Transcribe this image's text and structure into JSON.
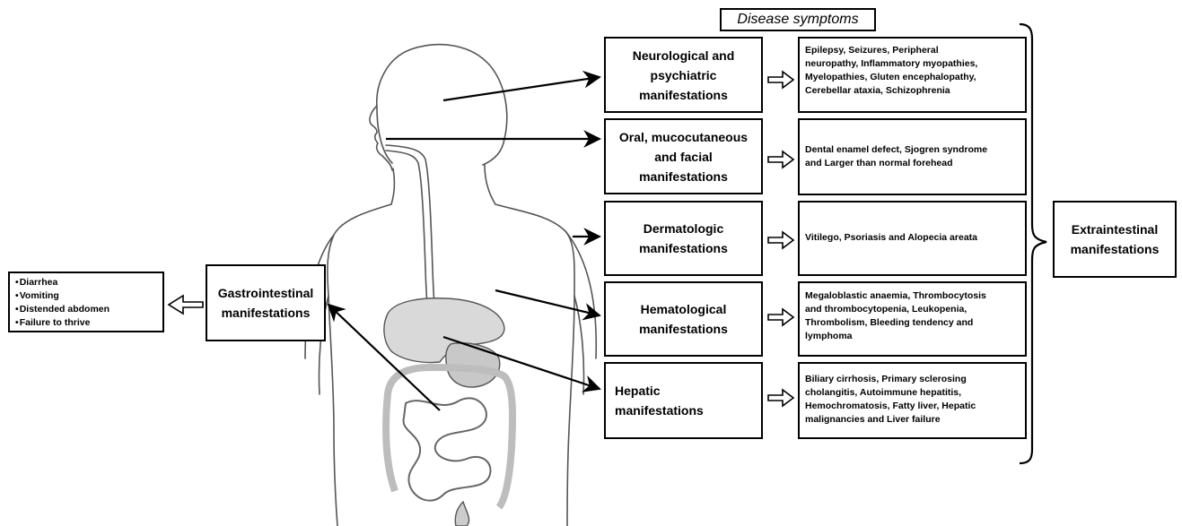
{
  "header": {
    "title": "Disease symptoms"
  },
  "categories": [
    {
      "id": "neuro",
      "label": [
        "Neurological and",
        "psychiatric",
        "manifestations"
      ]
    },
    {
      "id": "oral",
      "label": [
        "Oral, mucocutaneous",
        "and facial",
        "manifestations"
      ]
    },
    {
      "id": "derm",
      "label": [
        "Dermatologic",
        "manifestations"
      ]
    },
    {
      "id": "hema",
      "label": [
        "Hematological",
        "manifestations"
      ]
    },
    {
      "id": "hepatic",
      "label": [
        "Hepatic",
        "manifestations"
      ]
    }
  ],
  "symptoms": [
    {
      "id": "neuro",
      "lines": [
        "Epilepsy, Seizures, Peripheral",
        "neuropathy, Inflammatory myopathies,",
        "Myelopathies, Gluten encephalopathy,",
        "Cerebellar ataxia, Schizophrenia"
      ]
    },
    {
      "id": "oral",
      "lines": [
        "Dental enamel defect, Sjogren syndrome",
        "and Larger than normal forehead"
      ]
    },
    {
      "id": "derm",
      "lines": [
        "Vitilego, Psoriasis and Alopecia areata"
      ]
    },
    {
      "id": "hema",
      "lines": [
        "Megaloblastic anaemia, Thrombocytosis",
        "and thrombocytopenia, Leukopenia,",
        "Thrombolism, Bleeding tendency and",
        "lymphoma"
      ]
    },
    {
      "id": "hepatic",
      "lines": [
        "Biliary cirrhosis, Primary sclerosing",
        "cholangitis, Autoimmune hepatitis,",
        "Hemochromatosis, Fatty liver,  Hepatic",
        "malignancies and Liver failure"
      ]
    }
  ],
  "extraintestinal": {
    "label": [
      "Extraintestinal",
      "manifestations"
    ]
  },
  "gastrointestinal": {
    "label": [
      "Gastrointestinal",
      "manifestations"
    ],
    "symptoms": [
      "Diarrhea",
      "Vomiting",
      "Distended abdomen",
      "Failure to thrive"
    ]
  },
  "colors": {
    "stroke": "#000000",
    "body_line": "#555555",
    "organ_fill": "#d9d9d9",
    "background": "#ffffff"
  }
}
